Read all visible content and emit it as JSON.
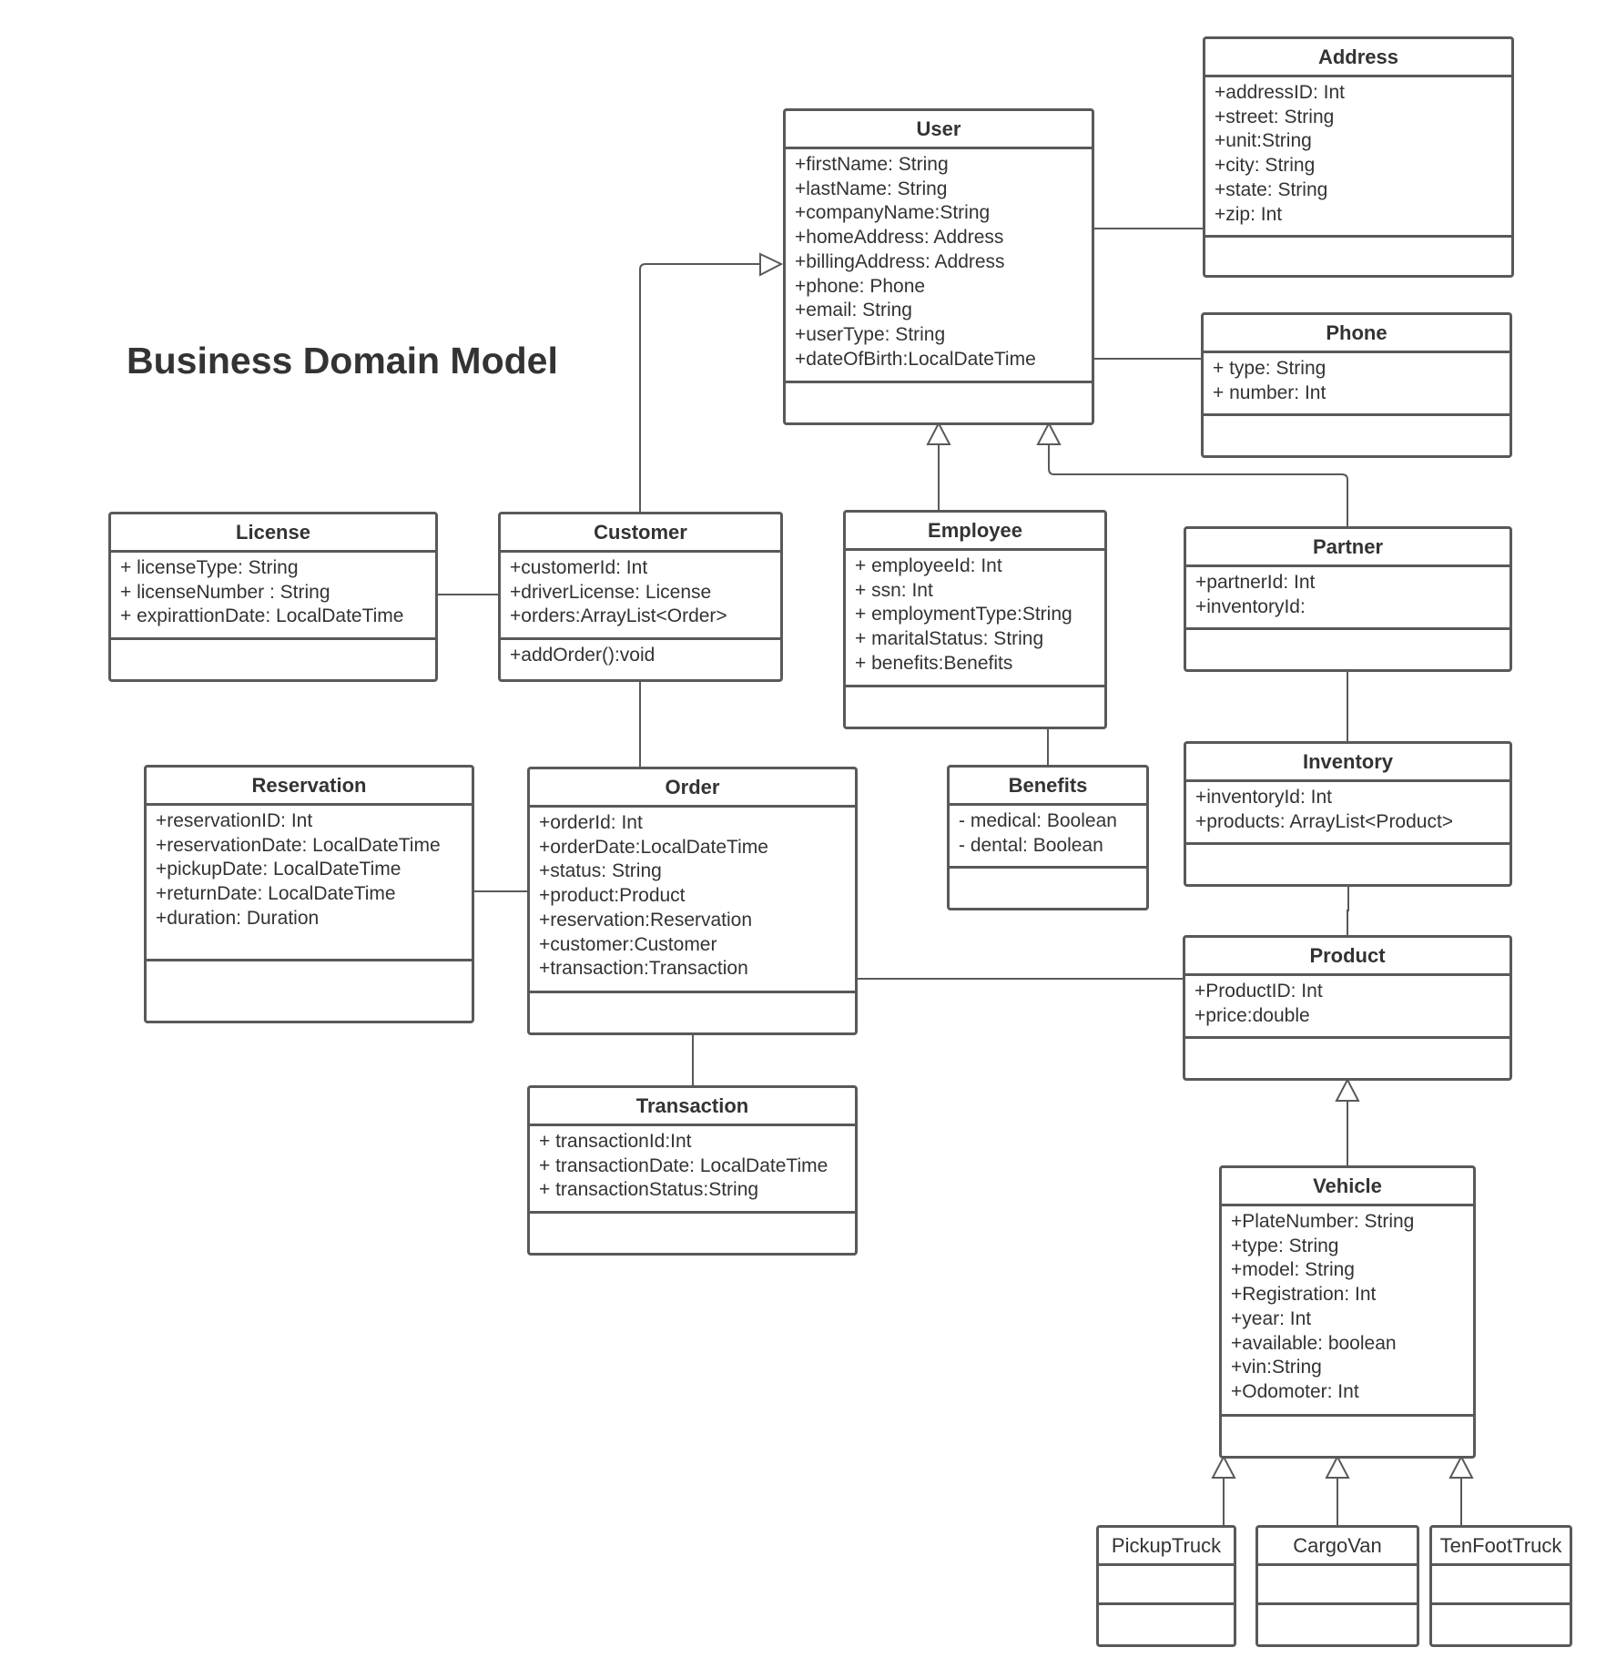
{
  "title": "Business Domain Model",
  "colors": {
    "stroke": "#595959",
    "text": "#333333",
    "background": "#ffffff"
  },
  "classes": {
    "address": {
      "name": "Address",
      "attributes": [
        "+addressID: Int",
        "+street: String",
        "+unit:String",
        "+city: String",
        "+state: String",
        "+zip: Int"
      ],
      "methods": []
    },
    "user": {
      "name": "User",
      "attributes": [
        "+firstName: String",
        "+lastName: String",
        "+companyName:String",
        "+homeAddress: Address",
        "+billingAddress: Address",
        "+phone: Phone",
        "+email: String",
        "+userType: String",
        "+dateOfBirth:LocalDateTime"
      ],
      "methods": []
    },
    "phone": {
      "name": "Phone",
      "attributes": [
        "+ type: String",
        "+ number: Int"
      ],
      "methods": []
    },
    "license": {
      "name": "License",
      "attributes": [
        "+ licenseType: String",
        "+ licenseNumber : String",
        "+ expirattionDate: LocalDateTime"
      ],
      "methods": []
    },
    "customer": {
      "name": "Customer",
      "attributes": [
        "+customerId: Int",
        "+driverLicense: License",
        "+orders:ArrayList<Order>"
      ],
      "methods": [
        "+addOrder():void"
      ]
    },
    "employee": {
      "name": "Employee",
      "attributes": [
        "+ employeeId: Int",
        "+ ssn: Int",
        "+ employmentType:String",
        "+ maritalStatus: String",
        "+ benefits:Benefits"
      ],
      "methods": []
    },
    "partner": {
      "name": "Partner",
      "attributes": [
        "+partnerId: Int",
        "+inventoryId:"
      ],
      "methods": []
    },
    "reservation": {
      "name": "Reservation",
      "attributes": [
        "+reservationID: Int",
        "+reservationDate: LocalDateTime",
        "+pickupDate: LocalDateTime",
        "+returnDate: LocalDateTime",
        "+duration: Duration"
      ],
      "methods": []
    },
    "order": {
      "name": "Order",
      "attributes": [
        "+orderId: Int",
        "+orderDate:LocalDateTime",
        "+status: String",
        "+product:Product",
        "+reservation:Reservation",
        "+customer:Customer",
        "+transaction:Transaction"
      ],
      "methods": []
    },
    "benefits": {
      "name": "Benefits",
      "attributes": [
        "- medical: Boolean",
        "- dental: Boolean"
      ],
      "methods": []
    },
    "inventory": {
      "name": "Inventory",
      "attributes": [
        "+inventoryId: Int",
        "+products: ArrayList<Product>"
      ],
      "methods": []
    },
    "product": {
      "name": "Product",
      "attributes": [
        "+ProductID: Int",
        "+price:double"
      ],
      "methods": []
    },
    "transaction": {
      "name": "Transaction",
      "attributes": [
        "+ transactionId:Int",
        "+ transactionDate: LocalDateTime",
        "+ transactionStatus:String"
      ],
      "methods": []
    },
    "vehicle": {
      "name": "Vehicle",
      "attributes": [
        "+PlateNumber: String",
        "+type: String",
        "+model: String",
        "+Registration: Int",
        "+year: Int",
        "+available: boolean",
        "+vin:String",
        "+Odomoter: Int"
      ],
      "methods": []
    },
    "pickuptruck": {
      "name": "PickupTruck",
      "attributes": [],
      "methods": []
    },
    "cargovan": {
      "name": "CargoVan",
      "attributes": [],
      "methods": []
    },
    "tenfoottruck": {
      "name": "TenFootTruck",
      "attributes": [],
      "methods": []
    }
  },
  "relationships": [
    {
      "from": "customer",
      "to": "user",
      "type": "generalization"
    },
    {
      "from": "employee",
      "to": "user",
      "type": "generalization"
    },
    {
      "from": "partner",
      "to": "user",
      "type": "generalization"
    },
    {
      "from": "user",
      "to": "address",
      "type": "association"
    },
    {
      "from": "user",
      "to": "phone",
      "type": "association"
    },
    {
      "from": "license",
      "to": "customer",
      "type": "association"
    },
    {
      "from": "customer",
      "to": "order",
      "type": "association"
    },
    {
      "from": "employee",
      "to": "benefits",
      "type": "association"
    },
    {
      "from": "partner",
      "to": "inventory",
      "type": "association"
    },
    {
      "from": "inventory",
      "to": "product",
      "type": "association"
    },
    {
      "from": "reservation",
      "to": "order",
      "type": "association"
    },
    {
      "from": "order",
      "to": "product",
      "type": "association"
    },
    {
      "from": "order",
      "to": "transaction",
      "type": "association"
    },
    {
      "from": "vehicle",
      "to": "product",
      "type": "generalization"
    },
    {
      "from": "pickuptruck",
      "to": "vehicle",
      "type": "generalization"
    },
    {
      "from": "cargovan",
      "to": "vehicle",
      "type": "generalization"
    },
    {
      "from": "tenfoottruck",
      "to": "vehicle",
      "type": "generalization"
    }
  ]
}
